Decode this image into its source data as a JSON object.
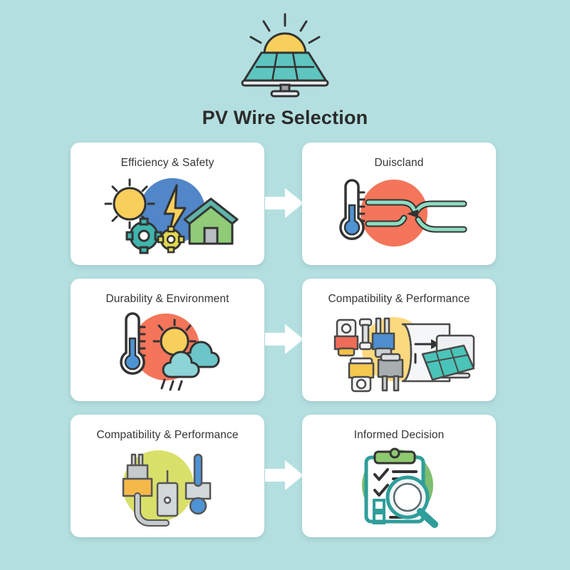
{
  "header": {
    "icon": "solar-panel-icon",
    "title": "PV Wire Selection"
  },
  "colors": {
    "background": "#b4dfe0",
    "card_background": "#ffffff",
    "title_text": "#2b2b2b",
    "label_text": "#353535",
    "arrow": "#ffffff",
    "teal": "#4bbfb5",
    "yellow": "#f8cf5c",
    "orange": "#f4755a",
    "blue": "#4e8fd0",
    "green": "#8fc97a",
    "lime": "#d9e06a",
    "gray": "#a8adb0",
    "outline": "#3a3a3a"
  },
  "flow": {
    "rows": [
      {
        "arrow": "arrow-right-icon",
        "cards": [
          {
            "label": "Efficiency & Safety",
            "icon": "sun-bolt-house-gears-icon"
          },
          {
            "label": "Duiscland",
            "icon": "thermometer-wires-icon"
          }
        ]
      },
      {
        "arrow": "arrow-right-icon",
        "cards": [
          {
            "label": "Durability & Environment",
            "icon": "thermometer-sun-clouds-icon"
          },
          {
            "label": "Compatibility & Performance",
            "icon": "connectors-document-panel-icon"
          }
        ]
      },
      {
        "arrow": "arrow-right-icon",
        "cards": [
          {
            "label": "Compatibility & Performance",
            "icon": "connector-thermometer-icon"
          },
          {
            "label": "Informed Decision",
            "icon": "clipboard-magnifier-icon"
          }
        ]
      }
    ]
  }
}
